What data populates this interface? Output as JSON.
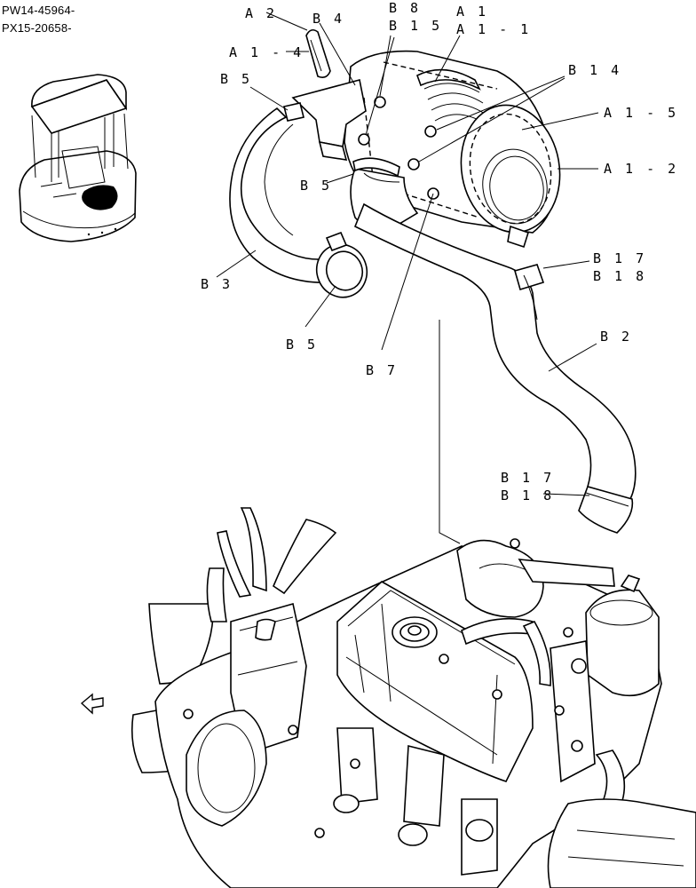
{
  "serials": [
    "PW14-45964-",
    "PX15-20658-"
  ],
  "callouts": {
    "a2": "A 2",
    "b4": "B 4",
    "b8": "B 8",
    "b15": "B 1 5",
    "a1": "A 1",
    "a1_1": "A 1 - 1",
    "a1_4": "A 1 - 4",
    "b14": "B 1 4",
    "b5_top": "B 5",
    "a1_5": "A 1 - 5",
    "a1_2": "A 1 - 2",
    "b5_mid": "B 5",
    "b17_top": "B 1 7",
    "b18_top": "B 1 8",
    "b3": "B 3",
    "b2": "B 2",
    "b5_low": "B 5",
    "b7": "B 7",
    "b17_bot": "B 1 7",
    "b18_bot": "B 1 8"
  }
}
